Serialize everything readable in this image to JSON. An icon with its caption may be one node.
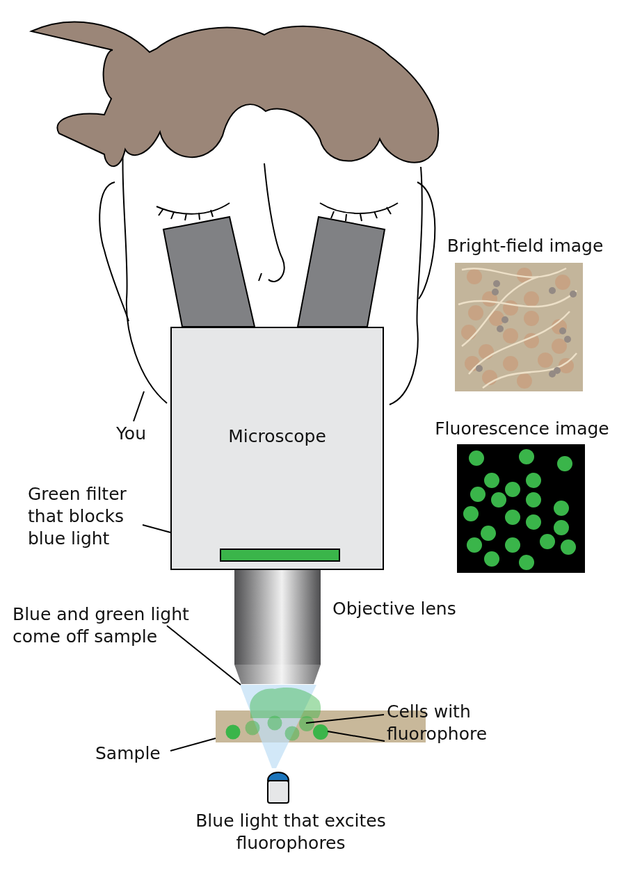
{
  "diagram": {
    "nodes": [
      {
        "text": [],
        "shape": "picture"
      },
      {
        "text": [
          "Bright-field image"
        ]
      },
      {
        "text": [
          "You"
        ]
      },
      {
        "text": [
          "Microscope"
        ]
      },
      {
        "text": [],
        "shape": "bar",
        "in": 3
      },
      {
        "text": [
          "Fluorescence image"
        ]
      },
      {
        "text": [
          "Green filter that blocks blue light"
        ]
      },
      {
        "text": [
          "Blue and green light come off sample"
        ]
      },
      {
        "text": [],
        "shape": "cone"
      },
      {
        "text": [],
        "shape": "box"
      },
      {
        "text": [],
        "shape": "circle",
        "in": 9
      },
      {
        "text": [],
        "shape": "circle",
        "in": 9
      },
      {
        "text": [
          "Cells with fluorophore"
        ]
      },
      {
        "text": [
          "Sample"
        ]
      }
    ],
    "edges": [
      {
        "from": 2,
        "to": 0,
        "arrow": "none"
      },
      {
        "from": 6,
        "to": 4,
        "arrow": "none"
      },
      {
        "from": 7,
        "to": 8,
        "arrow": "none"
      },
      {
        "from": 12,
        "to": 10,
        "arrow": "none"
      },
      {
        "from": 12,
        "to": 11,
        "arrow": "none"
      },
      {
        "from": 13,
        "to": 9,
        "arrow": "none"
      }
    ],
    "labels": [
      "Objective lens",
      "Blue light that excites fluorophores"
    ]
  }
}
